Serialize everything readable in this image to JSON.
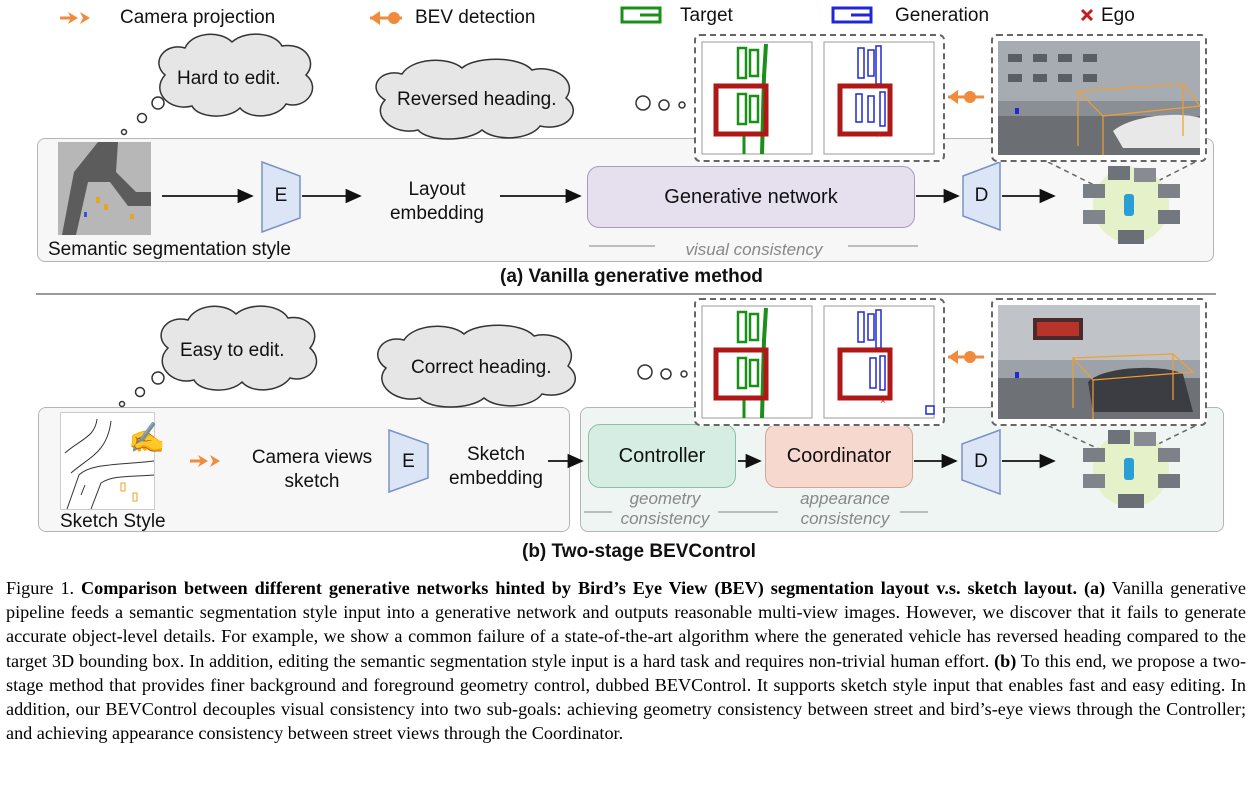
{
  "legend": {
    "camera_projection": "Camera projection",
    "bev_detection": "BEV detection",
    "target": "Target",
    "generation": "Generation",
    "ego": "Ego",
    "colors": {
      "orange": "#f08a3c",
      "green": "#1a8f1a",
      "blue": "#1f28d6",
      "red": "#c41d1d"
    }
  },
  "top": {
    "thought_1": "Hard to edit.",
    "thought_2": "Reversed heading.",
    "input_label": "Semantic segmentation style",
    "encoder": "E",
    "embedding": "Layout\nembedding",
    "network": "Generative network",
    "decoder": "D",
    "consistency": "visual consistency",
    "subcaption": "(a) Vanilla generative method"
  },
  "bottom": {
    "thought_1": "Easy to edit.",
    "thought_2": "Correct heading.",
    "input_label": "Sketch Style",
    "camera_views": "Camera views\nsketch",
    "encoder": "E",
    "embedding": "Sketch\nembedding",
    "controller": "Controller",
    "coordinator": "Coordinator",
    "decoder": "D",
    "geometry": "geometry\nconsistency",
    "appearance": "appearance\nconsistency",
    "subcaption": "(b) Two-stage BEVControl"
  },
  "caption": {
    "fig_label": "Figure 1.",
    "title": "Comparison between different generative networks hinted by Bird’s Eye View (BEV) segmentation layout v.s. sketch layout.",
    "a_marker": "(a)",
    "a_text": " Vanilla generative pipeline feeds a semantic segmentation style input into a generative network and outputs reasonable multi-view images. However, we discover that it fails to generate accurate object-level details. For example, we show a common failure of a state-of-the-art algorithm where the generated vehicle has reversed heading compared to the target 3D bounding box. In addition, editing the semantic segmentation style input is a hard task and requires non-trivial human effort. ",
    "b_marker": "(b)",
    "b_text": " To this end, we propose a two-stage method that provides finer background and foreground geometry control, dubbed BEVControl. It supports sketch style input that enables fast and easy editing. In addition, our BEVControl decouples visual consistency into two sub-goals: achieving geometry consistency between street and bird’s-eye views through the Controller; and achieving appearance consistency between street views through the Coordinator."
  }
}
